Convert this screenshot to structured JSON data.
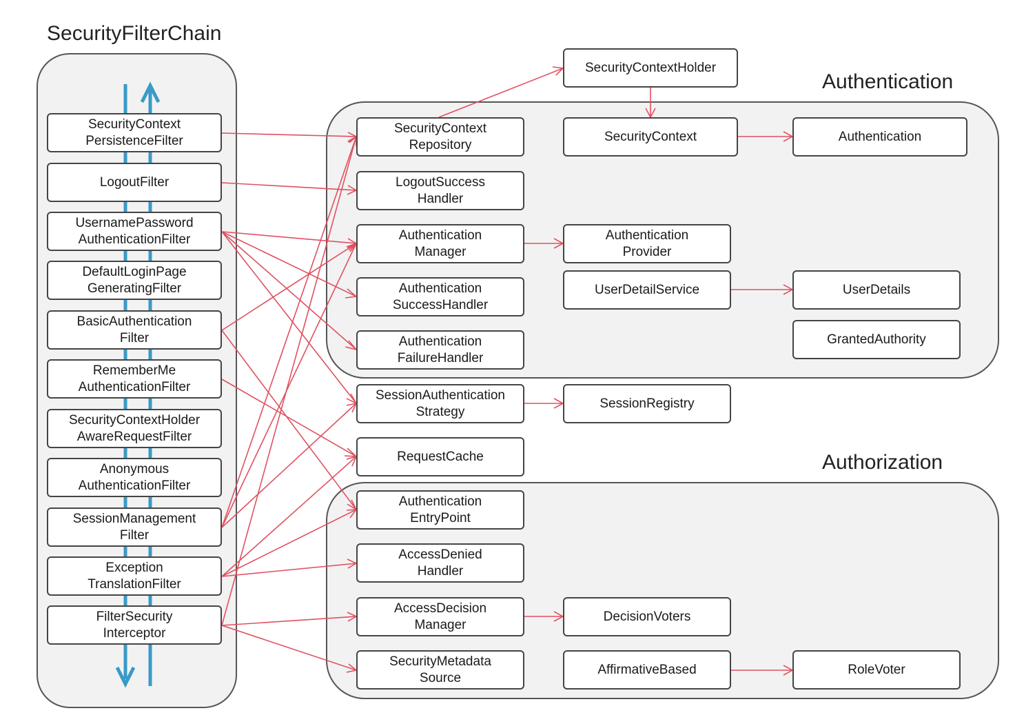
{
  "titles": {
    "chain": "SecurityFilterChain",
    "authentication": "Authentication",
    "authorization": "Authorization"
  },
  "filters": [
    "SecurityContext\nPersistenceFilter",
    "LogoutFilter",
    "UsernamePassword\nAuthenticationFilter",
    "DefaultLoginPage\nGeneratingFilter",
    "BasicAuthentication\nFilter",
    "RememberMe\nAuthenticationFilter",
    "SecurityContextHolder\nAwareRequestFilter",
    "Anonymous\nAuthenticationFilter",
    "SessionManagement\nFilter",
    "Exception\nTranslationFilter",
    "FilterSecurity\nInterceptor"
  ],
  "components": {
    "security_context_holder": "SecurityContextHolder",
    "security_context_repository": "SecurityContext\nRepository",
    "security_context": "SecurityContext",
    "authentication": "Authentication",
    "logout_success_handler": "LogoutSuccess\nHandler",
    "authentication_manager": "Authentication\nManager",
    "authentication_provider": "Authentication\nProvider",
    "authentication_success_handler": "Authentication\nSuccessHandler",
    "user_detail_service": "UserDetailService",
    "user_details": "UserDetails",
    "authentication_failure_handler": "Authentication\nFailureHandler",
    "granted_authority": "GrantedAuthority",
    "session_authentication_strategy": "SessionAuthentication\nStrategy",
    "session_registry": "SessionRegistry",
    "request_cache": "RequestCache",
    "authentication_entry_point": "Authentication\nEntryPoint",
    "access_denied_handler": "AccessDenied\nHandler",
    "access_decision_manager": "AccessDecision\nManager",
    "decision_voters": "DecisionVoters",
    "security_metadata_source": "SecurityMetadata\nSource",
    "affirmative_based": "AffirmativeBased",
    "role_voter": "RoleVoter"
  },
  "colors": {
    "arrow": "#e05060",
    "chain_arrow": "#3a9ac8",
    "border": "#444444",
    "group_fill": "#f2f2f2"
  }
}
